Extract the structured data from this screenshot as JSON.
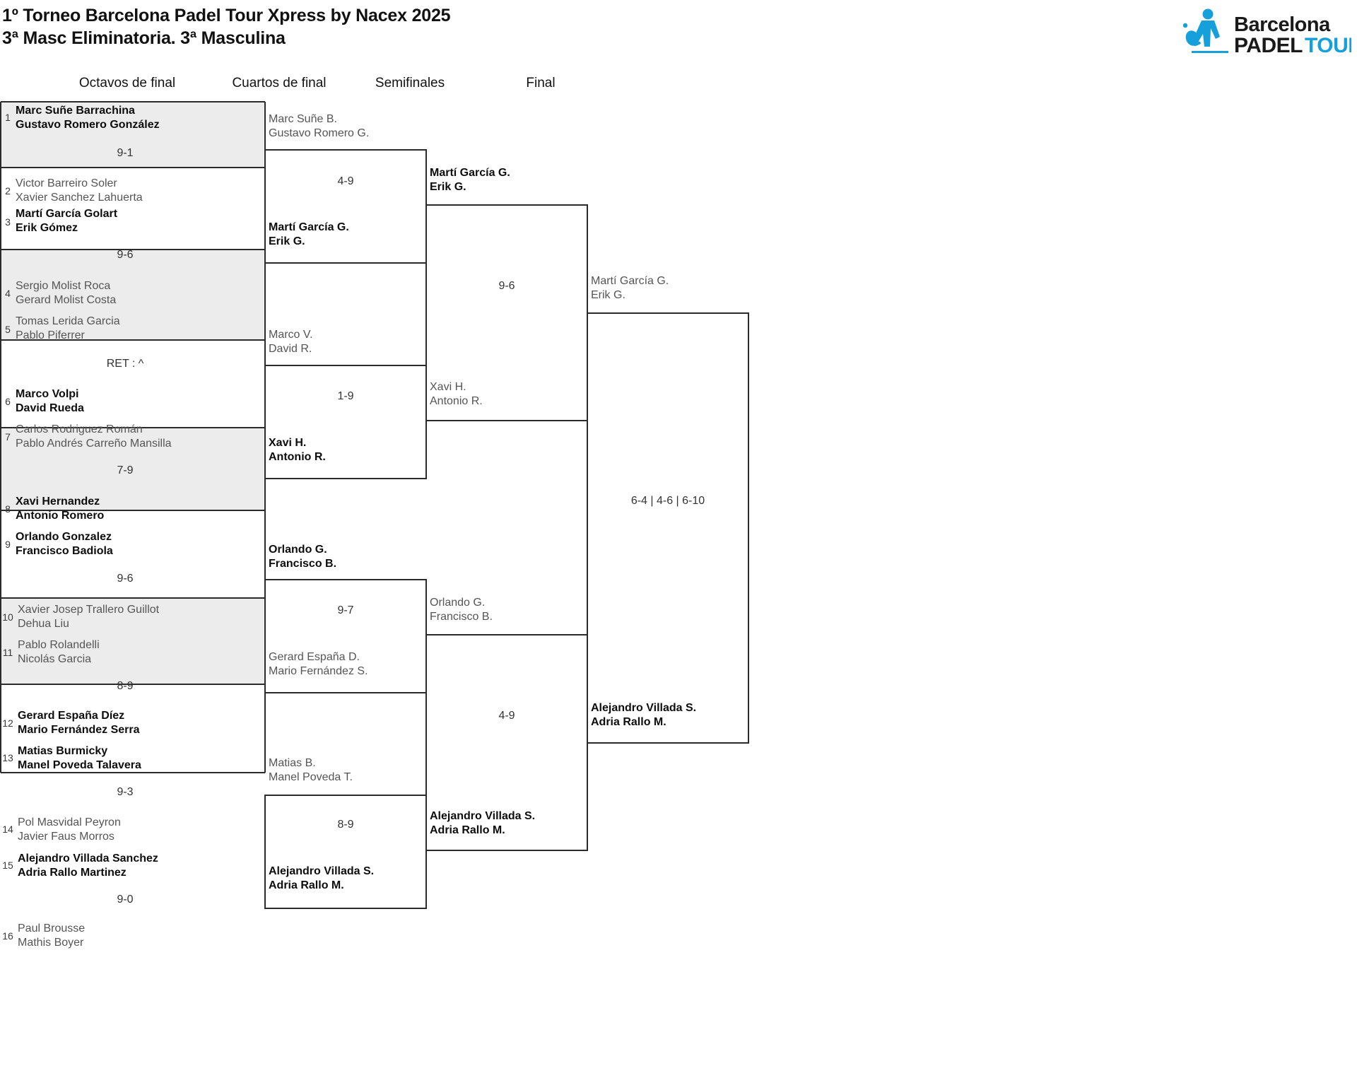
{
  "header": {
    "title_line1": "1º Torneo Barcelona Padel Tour Xpress by Nacex 2025",
    "title_line2": "3ª Masc Eliminatoria. 3ª Masculina",
    "logo": {
      "name": "barcelona-padel-tour-logo",
      "word1": "Barcelona",
      "word2": "PADEL",
      "word3": "TOUR",
      "brand_blue": "#15a0dc",
      "brand_black": "#1a1a1a"
    }
  },
  "rounds": [
    {
      "id": "octavos",
      "label": "Octavos de final"
    },
    {
      "id": "cuartos",
      "label": "Cuartos de final"
    },
    {
      "id": "semifinales",
      "label": "Semifinales"
    },
    {
      "id": "final",
      "label": "Final"
    }
  ],
  "colors": {
    "winner_text": "#0d0d0d",
    "loser_text": "#555555",
    "shade_band": "#ececec",
    "line": "#2b2b2b"
  },
  "octavos": {
    "seeds": [
      "1",
      "2",
      "3",
      "4",
      "5",
      "6",
      "7",
      "8",
      "9",
      "10",
      "11",
      "12",
      "13",
      "14",
      "15",
      "16"
    ],
    "entries": [
      {
        "seed": "1",
        "l1": "Marc Suñe Barrachina",
        "l2": "Gustavo Romero González",
        "result": "win"
      },
      {
        "seed": "2",
        "l1": "Victor Barreiro Soler",
        "l2": "Xavier Sanchez Lahuerta",
        "result": "lose"
      },
      {
        "seed": "3",
        "l1": "Martí García Golart",
        "l2": "Erik Gómez",
        "result": "win"
      },
      {
        "seed": "4",
        "l1": "Sergio Molist Roca",
        "l2": "Gerard Molist Costa",
        "result": "lose"
      },
      {
        "seed": "5",
        "l1": "Tomas Lerida Garcia",
        "l2": "Pablo Piferrer",
        "result": "lose"
      },
      {
        "seed": "6",
        "l1": "Marco Volpi",
        "l2": "David Rueda",
        "result": "win"
      },
      {
        "seed": "7",
        "l1": "Carlos Rodriguez Román",
        "l2": "Pablo Andrés Carreño Mansilla",
        "result": "lose"
      },
      {
        "seed": "8",
        "l1": "Xavi Hernandez",
        "l2": "Antonio Romero",
        "result": "win"
      },
      {
        "seed": "9",
        "l1": "Orlando Gonzalez",
        "l2": "Francisco Badiola",
        "result": "win"
      },
      {
        "seed": "10",
        "l1": "Xavier Josep Trallero Guillot",
        "l2": "Dehua Liu",
        "result": "lose"
      },
      {
        "seed": "11",
        "l1": "Pablo Rolandelli",
        "l2": "Nicolás Garcia",
        "result": "lose"
      },
      {
        "seed": "12",
        "l1": "Gerard España Díez",
        "l2": "Mario Fernández Serra",
        "result": "win"
      },
      {
        "seed": "13",
        "l1": "Matias Burmicky",
        "l2": "Manel Poveda Talavera",
        "result": "win"
      },
      {
        "seed": "14",
        "l1": "Pol Masvidal Peyron",
        "l2": "Javier Faus Morros",
        "result": "lose"
      },
      {
        "seed": "15",
        "l1": "Alejandro Villada Sanchez",
        "l2": "Adria Rallo Martinez",
        "result": "win"
      },
      {
        "seed": "16",
        "l1": "Paul Brousse",
        "l2": "Mathis Boyer",
        "result": "lose"
      }
    ],
    "scores": [
      "9-1",
      "9-6",
      "RET : ^",
      "7-9",
      "9-6",
      "8-9",
      "9-3",
      "9-0"
    ]
  },
  "cuartos": {
    "entries": [
      {
        "l1": "Marc Suñe B.",
        "l2": "Gustavo Romero G.",
        "result": "lose"
      },
      {
        "l1": "Martí García G.",
        "l2": "Erik G.",
        "result": "win"
      },
      {
        "l1": "Marco V.",
        "l2": "David R.",
        "result": "lose"
      },
      {
        "l1": "Xavi H.",
        "l2": "Antonio R.",
        "result": "win"
      },
      {
        "l1": "Orlando G.",
        "l2": "Francisco B.",
        "result": "win"
      },
      {
        "l1": "Gerard España D.",
        "l2": "Mario Fernández S.",
        "result": "lose"
      },
      {
        "l1": "Matias B.",
        "l2": "Manel Poveda T.",
        "result": "lose"
      },
      {
        "l1": "Alejandro Villada S.",
        "l2": "Adria Rallo M.",
        "result": "win"
      }
    ],
    "scores": [
      "4-9",
      "1-9",
      "9-7",
      "8-9"
    ]
  },
  "semifinales": {
    "entries": [
      {
        "l1": "Martí García G.",
        "l2": "Erik G.",
        "result": "win"
      },
      {
        "l1": "Xavi H.",
        "l2": "Antonio R.",
        "result": "lose"
      },
      {
        "l1": "Orlando G.",
        "l2": "Francisco B.",
        "result": "lose"
      },
      {
        "l1": "Alejandro Villada S.",
        "l2": "Adria Rallo M.",
        "result": "win"
      }
    ],
    "scores": [
      "9-6",
      "4-9"
    ]
  },
  "final": {
    "entries": [
      {
        "l1": "Martí García G.",
        "l2": "Erik G.",
        "result": "lose"
      },
      {
        "l1": "Alejandro Villada S.",
        "l2": "Adria Rallo M.",
        "result": "win"
      }
    ],
    "scores": [
      "6-4 | 4-6 | 6-10"
    ]
  }
}
